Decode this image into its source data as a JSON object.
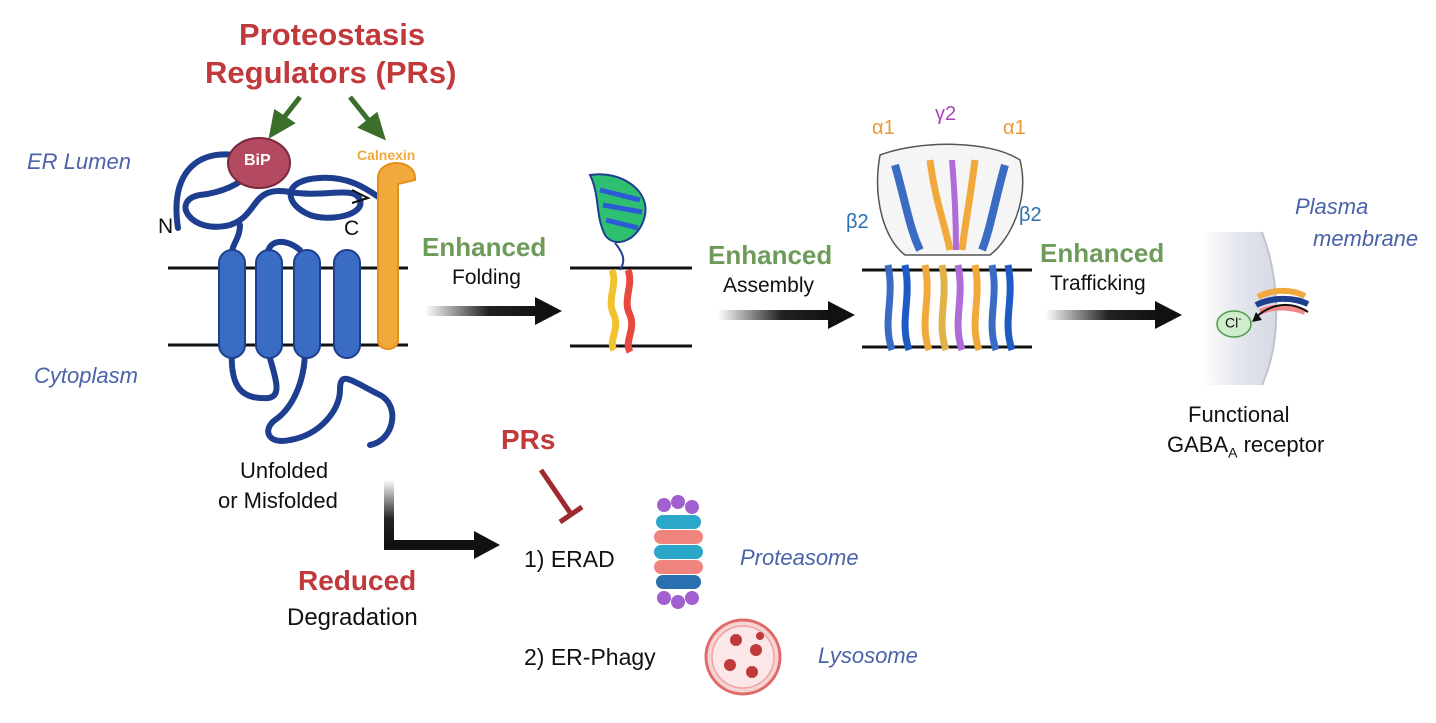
{
  "title": {
    "line1": "Proteostasis",
    "line2": "Regulators (PRs)"
  },
  "compartments": {
    "er_lumen": "ER Lumen",
    "cytoplasm": "Cytoplasm",
    "plasma_membrane_line1": "Plasma",
    "plasma_membrane_line2": "membrane"
  },
  "chaperones": {
    "bip": "BiP",
    "calnexin": "Calnexin"
  },
  "termini": {
    "n": "N",
    "c": "C"
  },
  "state": {
    "line1": "Unfolded",
    "line2": "or Misfolded"
  },
  "steps": [
    {
      "modifier": "Enhanced",
      "label": "Folding"
    },
    {
      "modifier": "Enhanced",
      "label": "Assembly"
    },
    {
      "modifier": "Enhanced",
      "label": "Trafficking"
    }
  ],
  "subunits": {
    "alpha1_left": "α1",
    "gamma2": "γ2",
    "alpha1_right": "α1",
    "beta2_left": "β2",
    "beta2_right": "β2"
  },
  "receptor": {
    "line1": "Functional",
    "line2_prefix": "GABA",
    "line2_subscript": "A",
    "line2_suffix": " receptor",
    "ion": "Cl",
    "ion_charge": "-"
  },
  "degradation": {
    "inhibitor": "PRs",
    "modifier": "Reduced",
    "label": "Degradation",
    "pathways": [
      {
        "label": "1) ERAD",
        "organelle": "Proteasome"
      },
      {
        "label": "2) ER-Phagy",
        "organelle": "Lysosome"
      }
    ]
  },
  "colors": {
    "title_red": "#c0393b",
    "enhanced_green": "#6e9a5a",
    "compartment_blue": "#4a63a8",
    "protein_blue": "#1e3f8f",
    "helix_blue": "#3a6cc4",
    "calnexin_orange": "#f2a93b",
    "bip_maroon": "#b44a62",
    "arrow_green": "#3a6e2a"
  }
}
